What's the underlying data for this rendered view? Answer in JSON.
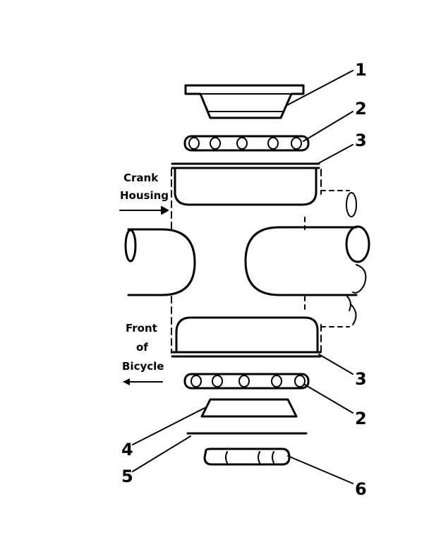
{
  "labels": {
    "crank_housing": [
      "Crank",
      "Housing"
    ],
    "front_of_bicycle": [
      "Front",
      "of",
      "Bicycle"
    ]
  },
  "callouts": {
    "part1": "1",
    "part2_top": "2",
    "part3_top": "3",
    "part3_bottom": "3",
    "part2_bottom": "2",
    "part4": "4",
    "part5": "5",
    "part6": "6"
  },
  "colors": {
    "ink": "#000000",
    "paper": "#ffffff"
  }
}
